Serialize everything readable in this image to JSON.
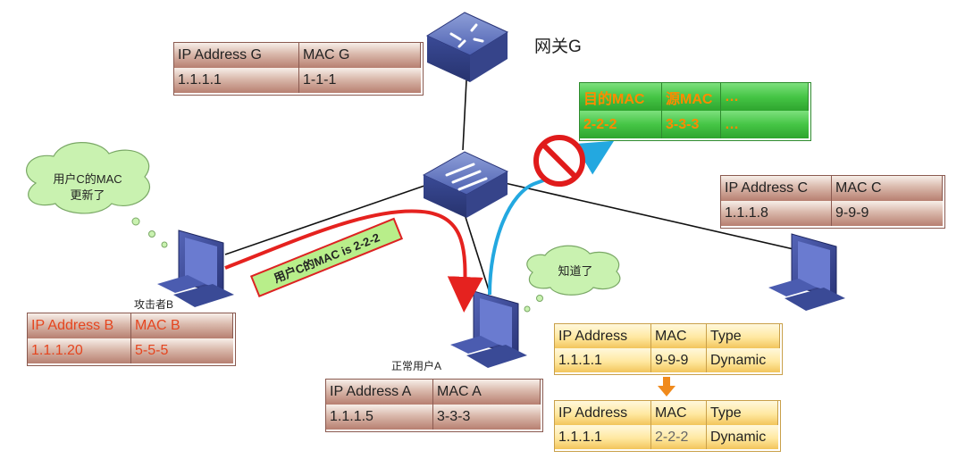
{
  "gateway_label": "网关G",
  "attacker_label": "攻击者B",
  "normal_user_label": "正常用户A",
  "cloud_attacker": [
    "用户C的MAC",
    "更新了"
  ],
  "cloud_user": "知道了",
  "spoof_message": "用户C的MAC is 2-2-2",
  "table_gateway": {
    "headers": [
      "IP Address G",
      "MAC G"
    ],
    "values": [
      "1.1.1.1",
      "1-1-1"
    ]
  },
  "table_c": {
    "headers": [
      "IP Address C",
      "MAC C"
    ],
    "values": [
      "1.1.1.8",
      "9-9-9"
    ]
  },
  "table_b": {
    "headers": [
      "IP Address B",
      "MAC B"
    ],
    "values": [
      "1.1.1.20",
      "5-5-5"
    ]
  },
  "table_a": {
    "headers": [
      "IP Address A",
      "MAC A"
    ],
    "values": [
      "1.1.1.5",
      "3-3-3"
    ]
  },
  "frame_table": {
    "headers": [
      "目的MAC",
      "源MAC",
      "…"
    ],
    "values": [
      "2-2-2",
      "3-3-3",
      "…"
    ]
  },
  "arp_before": {
    "headers": [
      "IP Address",
      "MAC",
      "Type"
    ],
    "values": [
      "1.1.1.1",
      "9-9-9",
      "Dynamic"
    ]
  },
  "arp_after": {
    "headers": [
      "IP Address",
      "MAC",
      "Type"
    ],
    "values": [
      "1.1.1.1",
      "2-2-2",
      "Dynamic"
    ]
  },
  "colors": {
    "spoof_red": "#e5221f",
    "traffic_blue": "#23a8e0",
    "frame_green": "#45c545",
    "arp_yellow": "#ffe8a0",
    "table_brown": "#b77f70",
    "forbid_red": "#e01b1b"
  }
}
